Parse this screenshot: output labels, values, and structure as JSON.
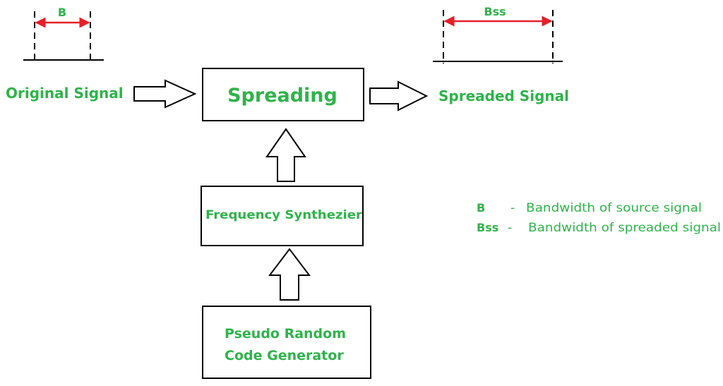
{
  "colors": {
    "label_green": "#2fb34a",
    "measure_red": "#e4202a",
    "stroke_black": "#000000"
  },
  "bandwidth": {
    "source_label": "B",
    "spread_label": "Bss"
  },
  "signals": {
    "original": "Original Signal",
    "spreaded": "Spreaded Signal"
  },
  "blocks": {
    "spreading": "Spreading",
    "synthesizer": "Frequency Synthezier",
    "prng_line1": "Pseudo Random",
    "prng_line2": "Code Generator"
  },
  "legend": [
    {
      "symbol": "B",
      "dash": "-",
      "description": "Bandwidth of source signal"
    },
    {
      "symbol": "Bss",
      "dash": "-",
      "description": "Bandwidth of spreaded signal"
    }
  ]
}
